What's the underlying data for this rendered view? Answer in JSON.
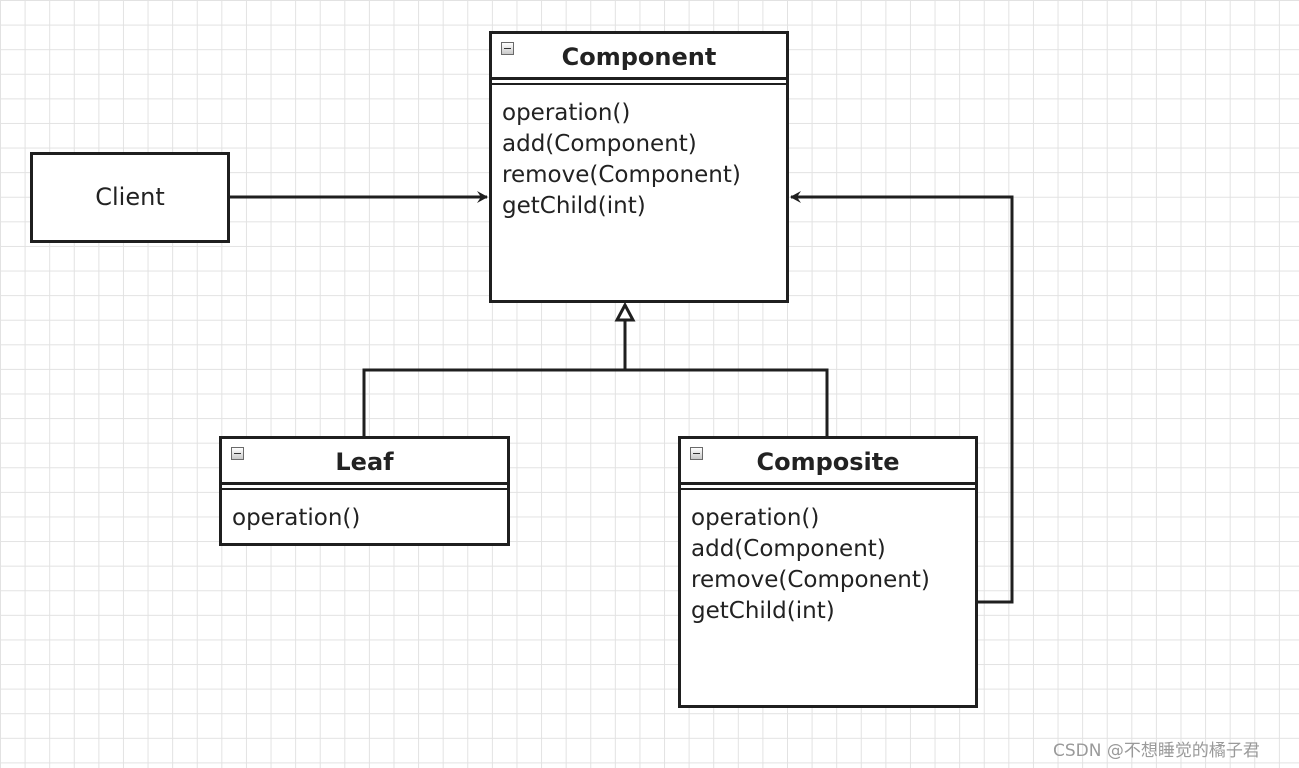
{
  "diagram": {
    "client": {
      "label": "Client"
    },
    "component": {
      "name": "Component",
      "methods": [
        "operation()",
        "add(Component)",
        "remove(Component)",
        "getChild(int)"
      ]
    },
    "leaf": {
      "name": "Leaf",
      "methods": [
        "operation()"
      ]
    },
    "composite": {
      "name": "Composite",
      "methods": [
        "operation()",
        "add(Component)",
        "remove(Component)",
        "getChild(int)"
      ]
    },
    "relationships": [
      {
        "from": "Client",
        "to": "Component",
        "type": "association"
      },
      {
        "from": "Leaf",
        "to": "Component",
        "type": "inheritance"
      },
      {
        "from": "Composite",
        "to": "Component",
        "type": "inheritance"
      },
      {
        "from": "Composite",
        "to": "Component",
        "type": "association"
      }
    ]
  },
  "watermark": {
    "text": "CSDN @不想睡觉的橘子君"
  },
  "colors": {
    "line": "#1f1f1f",
    "grid": "#e2e2e2",
    "background": "#ffffff"
  }
}
